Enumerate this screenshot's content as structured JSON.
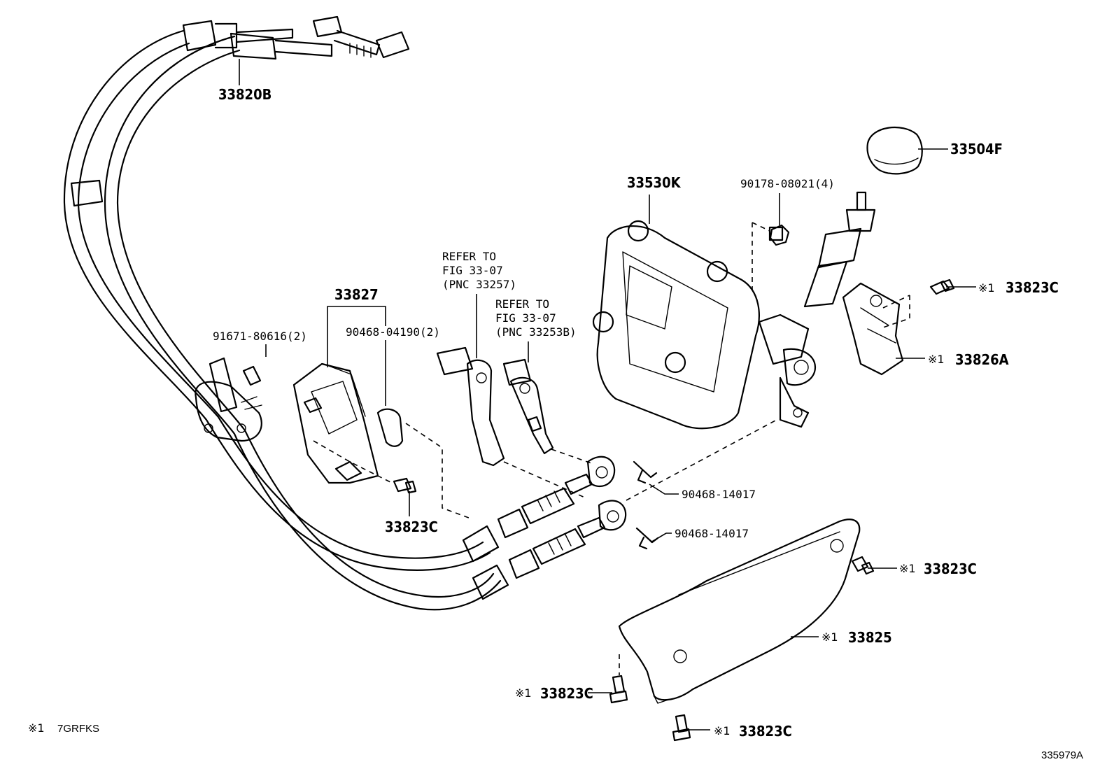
{
  "labels": {
    "p33820B": "33820B",
    "p33504F": "33504F",
    "p33530K": "33530K",
    "p90178": "90178-08021(4)",
    "p33823C_a": "33823C",
    "p33826A": "33826A",
    "p33827": "33827",
    "p90468_04190": "90468-04190(2)",
    "p91671": "91671-80616(2)",
    "p33823C_b": "33823C",
    "p90468_14017_a": "90468-14017",
    "p90468_14017_b": "90468-14017",
    "p33823C_c": "33823C",
    "p33825": "33825",
    "p33823C_d": "33823C",
    "p33823C_e": "33823C"
  },
  "refer1": [
    "REFER TO",
    "FIG 33-07",
    "(PNC 33257)"
  ],
  "refer2": [
    "REFER TO",
    "FIG 33-07",
    "(PNC 33253B)"
  ],
  "mark": "※1",
  "footnote": {
    "mark": "※1",
    "text": "7GRFKS"
  },
  "illustration_id": "335979A"
}
